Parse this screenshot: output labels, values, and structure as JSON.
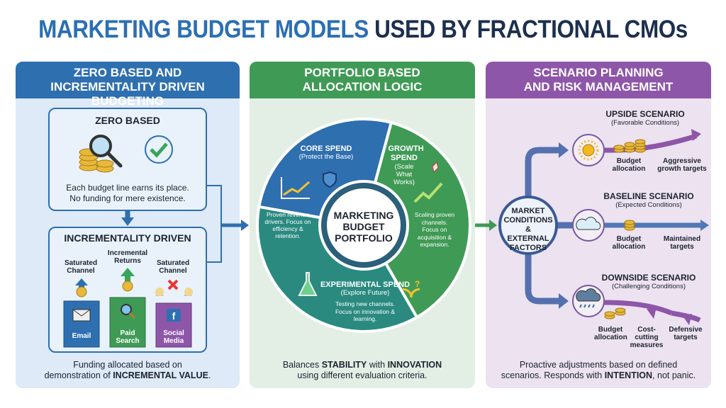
{
  "title": {
    "part1": "MARKETING BUDGET MODELS",
    "part2": "USED BY FRACTIONAL CMOs"
  },
  "colors": {
    "blue": "#2e6fb0",
    "green": "#3f9a55",
    "purple": "#8e56a8",
    "teal": "#2a8a80"
  },
  "left": {
    "header": "ZERO BASED AND INCREMENTALITY DRIVEN BUDGETING",
    "zero": {
      "title": "ZERO BASED",
      "line1": "Each budget line earns its place.",
      "line2": "No funding for mere existence.",
      "icons": [
        "coins-icon",
        "magnifier-icon",
        "checkmark-icon"
      ]
    },
    "incr": {
      "title": "INCREMENTALITY DRIVEN",
      "channels": [
        {
          "label": "Email",
          "top": "Saturated Channel",
          "icon": "envelope-icon"
        },
        {
          "label": "Paid Search",
          "top": "Incremental Returns",
          "icon": "search-icon"
        },
        {
          "label": "Social Media",
          "top": "Saturated Channel",
          "icon": "facebook-icon"
        }
      ]
    },
    "footer": {
      "line1": "Funding allocated based on",
      "line2a": "demonstration of ",
      "line2b": "INCREMENTAL VALUE",
      "line2c": "."
    }
  },
  "middle": {
    "header": "PORTFOLIO BASED ALLOCATION LOGIC",
    "center": "MARKETING BUDGET PORTFOLIO",
    "core": {
      "title": "CORE SPEND",
      "sub": "(Protect the Base)",
      "desc": "Proven revenue drivers. Focus on efficiency & retention."
    },
    "growth": {
      "title": "GROWTH SPEND",
      "sub": "(Scale What Works)",
      "desc": "Scaling proven channels. Focus on acquisition & expansion."
    },
    "experimental": {
      "title": "EXPERIMENTAL SPEND",
      "sub": "(Explore Future)",
      "desc": "Testing new channels. Focus on innovation & learning."
    },
    "footer": {
      "a": "Balances ",
      "b": "STABILITY",
      "c": " with ",
      "d": "INNOVATION",
      "line2": "using different evaluation criteria."
    }
  },
  "right": {
    "header": "SCENARIO PLANNING AND RISK MANAGEMENT",
    "hub": "MARKET CONDITIONS & EXTERNAL FACTORS",
    "upside": {
      "title": "UPSIDE SCENARIO",
      "sub": "(Favorable Conditions)",
      "l1": "Budget allocation",
      "l2": "Aggressive growth targets",
      "icon": "sun-icon"
    },
    "baseline": {
      "title": "BASELINE SCENARIO",
      "sub": "(Expected Conditions)",
      "l1": "Budget allocation",
      "l2": "Maintained targets",
      "icon": "cloud-icon"
    },
    "downside": {
      "title": "DOWNSIDE SCENARIO",
      "sub": "(Challenging Conditions)",
      "l1": "Budget allocation",
      "l2": "Cost-cutting measures",
      "l3": "Defensive targets",
      "icon": "rain-cloud-icon"
    },
    "footer": {
      "line1": "Proactive adjustments based on defined",
      "a": "scenarios. Responds with ",
      "b": "INTENTION",
      "c": ", not panic."
    }
  }
}
